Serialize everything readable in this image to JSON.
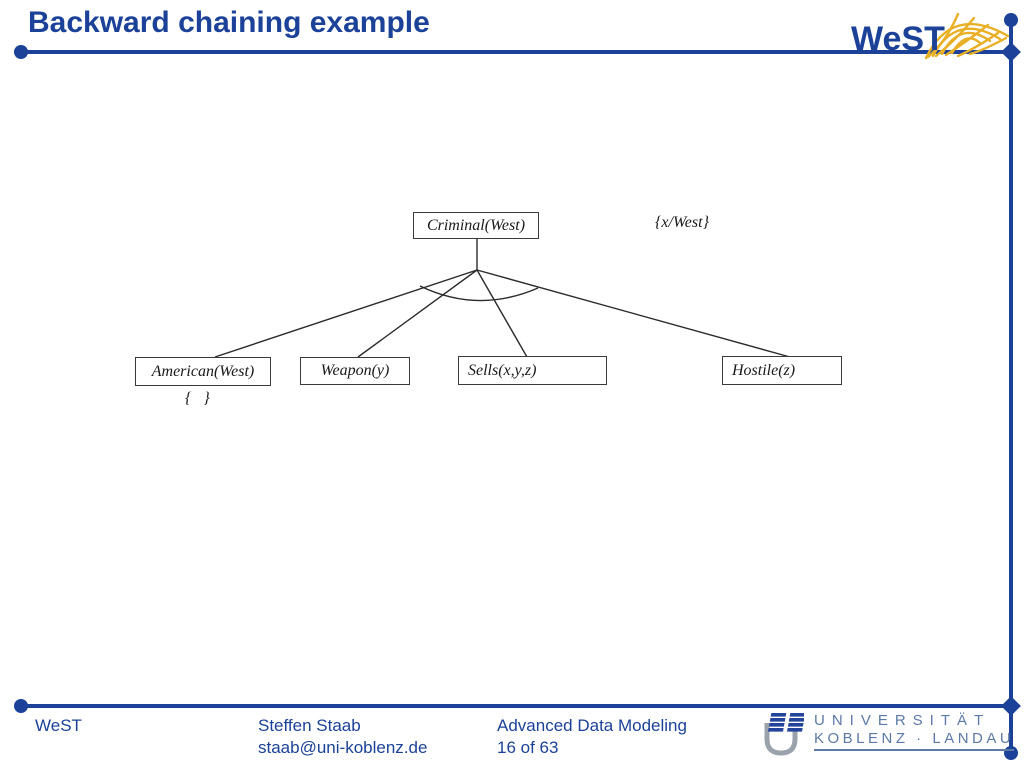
{
  "colors": {
    "accent_blue": "#1B4298",
    "diagram_line": "#2b2b2b",
    "gold_mesh": "#E9AF25",
    "uni_text_blue": "#5b7aa6",
    "uni_bar_blue": "#24439b",
    "uni_swash_gray": "#9aa2ab"
  },
  "header": {
    "title": "Backward chaining example",
    "brand": "WeST"
  },
  "diagram": {
    "root_label": "Criminal(West)",
    "root_substitution": "{x/West}",
    "children": [
      {
        "label": "American(West)",
        "substitution": "{ }"
      },
      {
        "label": "Weapon(y)"
      },
      {
        "label": "Sells(x,y,z)"
      },
      {
        "label": "Hostile(z)"
      }
    ]
  },
  "footer": {
    "brand": "WeST",
    "author": "Steffen Staab",
    "email": "staab@uni-koblenz.de",
    "course": "Advanced Data Modeling",
    "page": "16 of 63",
    "university_line1": "UNIVERSITÄT",
    "university_line2": "KOBLENZ · LANDAU"
  }
}
